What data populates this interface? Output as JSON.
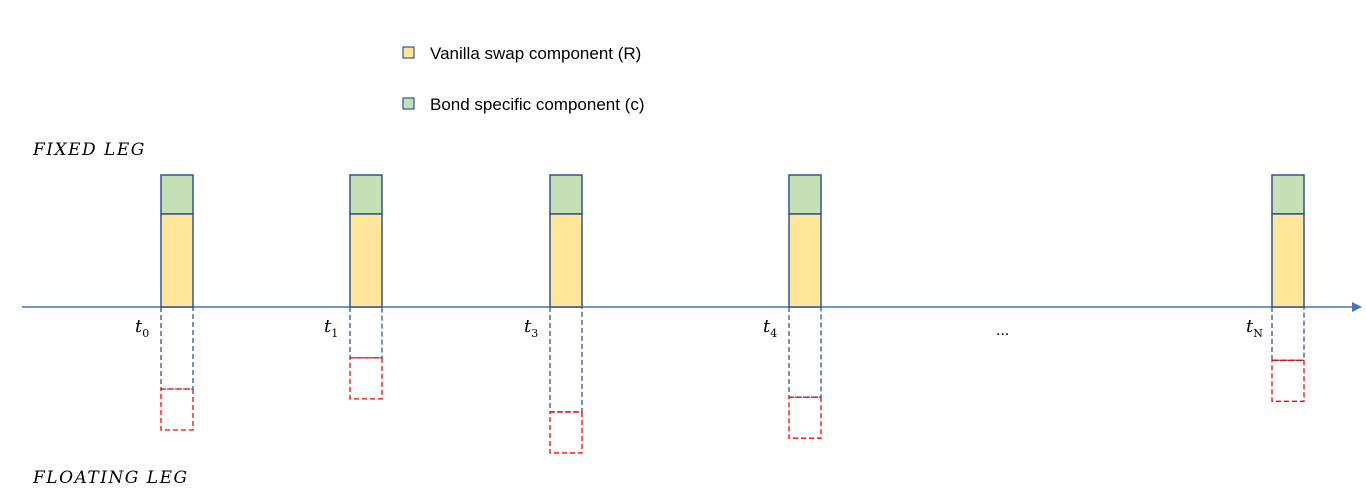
{
  "legend": [
    {
      "label": "Vanilla swap component (R)",
      "color": "#ffe699",
      "border": "#2f5597"
    },
    {
      "label": "Bond specific component (c)",
      "color": "#c5e0b4",
      "border": "#2f5597"
    }
  ],
  "fixed_leg_label": "FIXED LEG",
  "floating_leg_label": "FLOATING LEG",
  "ellipsis": "...",
  "colors": {
    "axis": "#4472c4",
    "bar_border": "#2f5597",
    "vanilla_fill": "#ffe699",
    "bond_fill": "#c5e0b4",
    "floating_blue": "#2f5597",
    "floating_red": "#ff0000"
  },
  "periods": [
    {
      "base": "t",
      "sub": "0",
      "floating_depth": 1.0
    },
    {
      "base": "t",
      "sub": "1",
      "floating_depth": 0.62
    },
    {
      "base": "t",
      "sub": "3",
      "floating_depth": 1.28
    },
    {
      "base": "t",
      "sub": "4",
      "floating_depth": 1.1
    },
    {
      "base": "t",
      "sub": "N",
      "floating_depth": 0.65
    }
  ]
}
